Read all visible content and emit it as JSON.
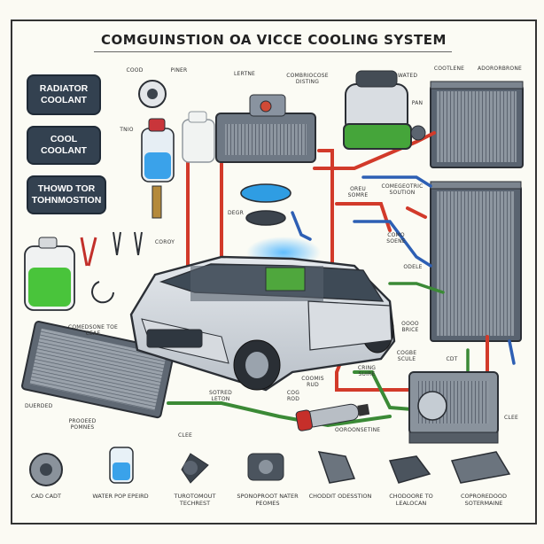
{
  "title": "COMGUINSTION OA VICCE COOLING SYSTEM",
  "boxes": {
    "radiator_coolant": "RADIATOR COOLANT",
    "cool_coolant": "COOL COOLANT",
    "thermostat": "THOWD TOR TOHNMOSTION"
  },
  "labels": {
    "top_a": "COOD",
    "top_b": "PINER",
    "top_c": "LERTNE",
    "top_d": "COMBRIOCOSE DISTING",
    "top_e": "WATED",
    "top_f": "PAN",
    "top_g": "COOTLENE",
    "top_h": "ADORORBRONE",
    "bottle": "TNIO",
    "hose_a": "DEGR",
    "hose_b": "COROY",
    "mid_a": "OREU SOMRE",
    "mid_b": "COMEGEOTRIC SOUTION",
    "mid_c": "COMO SOENE",
    "mid_d": "ODELE",
    "mid_e": "OOOO BRICE",
    "mid_f": "COGBE SCULE",
    "mid_g": "CRING SUIRE",
    "mid_h": "COOMIS RUD",
    "mid_i": "COG ROD",
    "mid_j": "CDT",
    "left_a": "COMEDSONE TOE CEAE",
    "left_b": "DUERDED",
    "left_c": "PROOEED POMNES",
    "center_a": "SOTRED LETON",
    "center_b": "CLEE",
    "center_c": "OOROONSETINE",
    "pump": "CLEE"
  },
  "bottom": [
    {
      "label": "CAD CADT",
      "icon": "fan-clutch-icon"
    },
    {
      "label": "WATER POP EPEIRD",
      "icon": "coolant-bottle-icon"
    },
    {
      "label": "TUROTOMOUT TECHREST",
      "icon": "fan-blade-icon"
    },
    {
      "label": "SPONOPROOT NATER PEOMES",
      "icon": "water-pump-icon"
    },
    {
      "label": "CHODDIT ODESSTION",
      "icon": "bracket-icon"
    },
    {
      "label": "CHODOORE TO LEALOCAN",
      "icon": "thermostat-housing-icon"
    },
    {
      "label": "COPROREDOOD SOTERMAINE",
      "icon": "pipe-fitting-icon"
    }
  ]
}
